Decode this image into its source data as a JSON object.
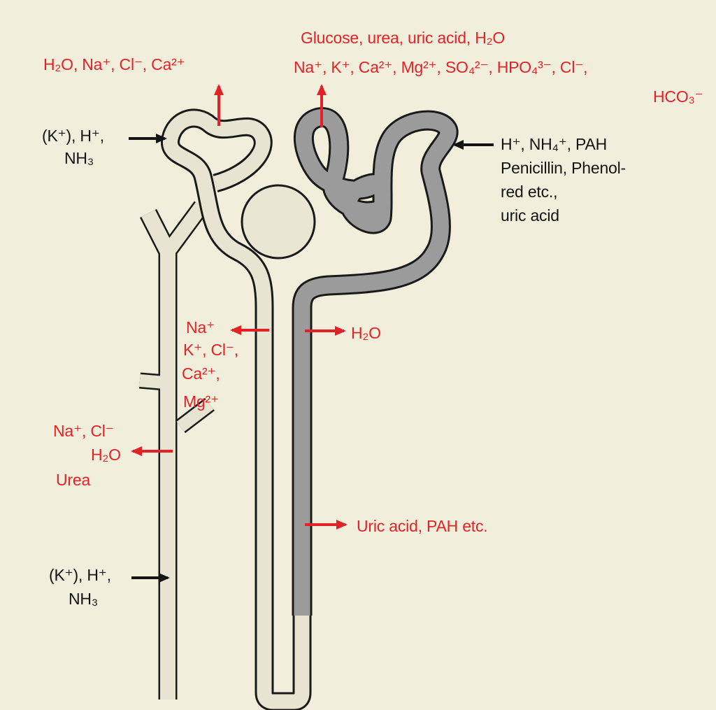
{
  "colors": {
    "background": "#f1efdc",
    "label_red": "#e32227",
    "label_black": "#141414",
    "distal_tubule_fill": "#9b9b9b",
    "proximal_tubule_fill": "#e7e4d2",
    "outline": "#1a1a1a"
  },
  "labels": {
    "top_left_reabsorbed": "H₂O, Na⁺, Cl⁻, Ca²⁺",
    "top_right_line1": "Glucose, urea, uric acid, H₂O",
    "top_right_line2": "Na⁺, K⁺, Ca²⁺, Mg²⁺, SO₄²⁻, HPO₄³⁻, Cl⁻,",
    "top_right_line3": "HCO₃⁻",
    "left_secreted_upper_1": "(K⁺), H⁺,",
    "left_secreted_upper_2": "NH₃",
    "right_secreted_1": "H⁺, NH₄⁺, PAH",
    "right_secreted_2": "Penicillin, Phenol-",
    "right_secreted_3": "red etc.,",
    "right_secreted_4": "uric acid",
    "loop_ascending_1": "Na⁺",
    "loop_ascending_2": "K⁺, Cl⁻,",
    "loop_ascending_3": "Ca²⁺,",
    "loop_ascending_4": "Mg²⁺",
    "loop_descending_h2o": "H₂O",
    "collecting_1": "Na⁺, Cl⁻",
    "collecting_2": "H₂O",
    "collecting_3": "Urea",
    "uric_acid_pah": "Uric acid, PAH etc.",
    "left_secreted_lower_1": "(K⁺), H⁺,",
    "left_secreted_lower_2": "NH₃"
  }
}
